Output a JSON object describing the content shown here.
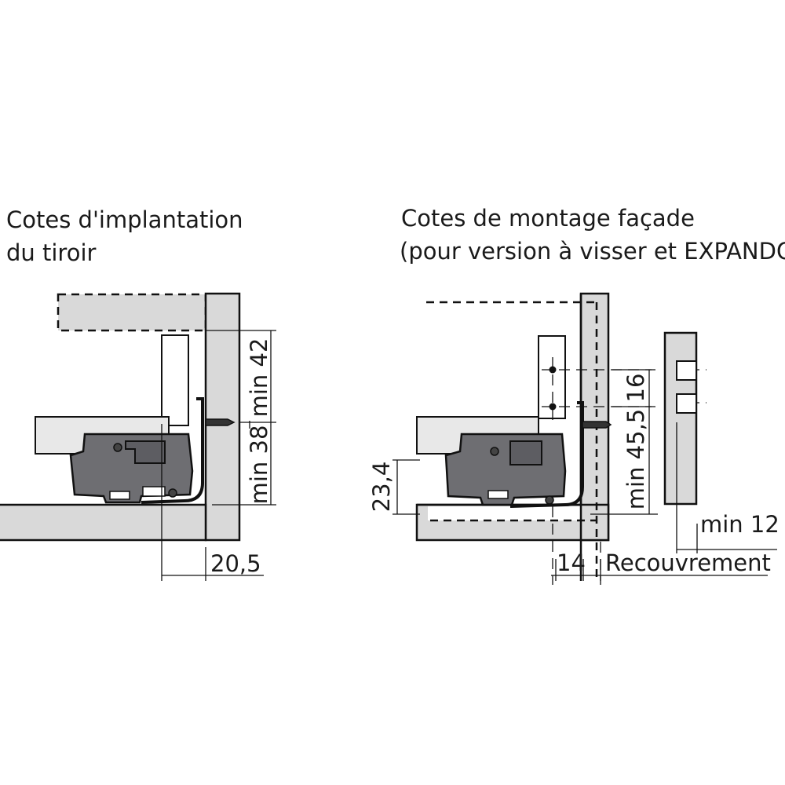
{
  "left": {
    "title_line1": "Cotes d'implantation",
    "title_line2": "du tiroir",
    "dim_min42": "min 42",
    "dim_min38": "min 38",
    "dim_20_5": "20,5"
  },
  "right": {
    "title_line1": "Cotes de montage façade",
    "title_line2": "(pour version à visser et EXPANDO)",
    "dim_23_4": "23,4",
    "dim_16": "16",
    "dim_min45_5": "min 45,5",
    "dim_min12": "min 12",
    "dim_14": "14",
    "label_recouvrement": "Recouvrement"
  },
  "colors": {
    "panel": "#d9d9d9",
    "mechanism": "#6e6e72",
    "line": "#111111"
  }
}
